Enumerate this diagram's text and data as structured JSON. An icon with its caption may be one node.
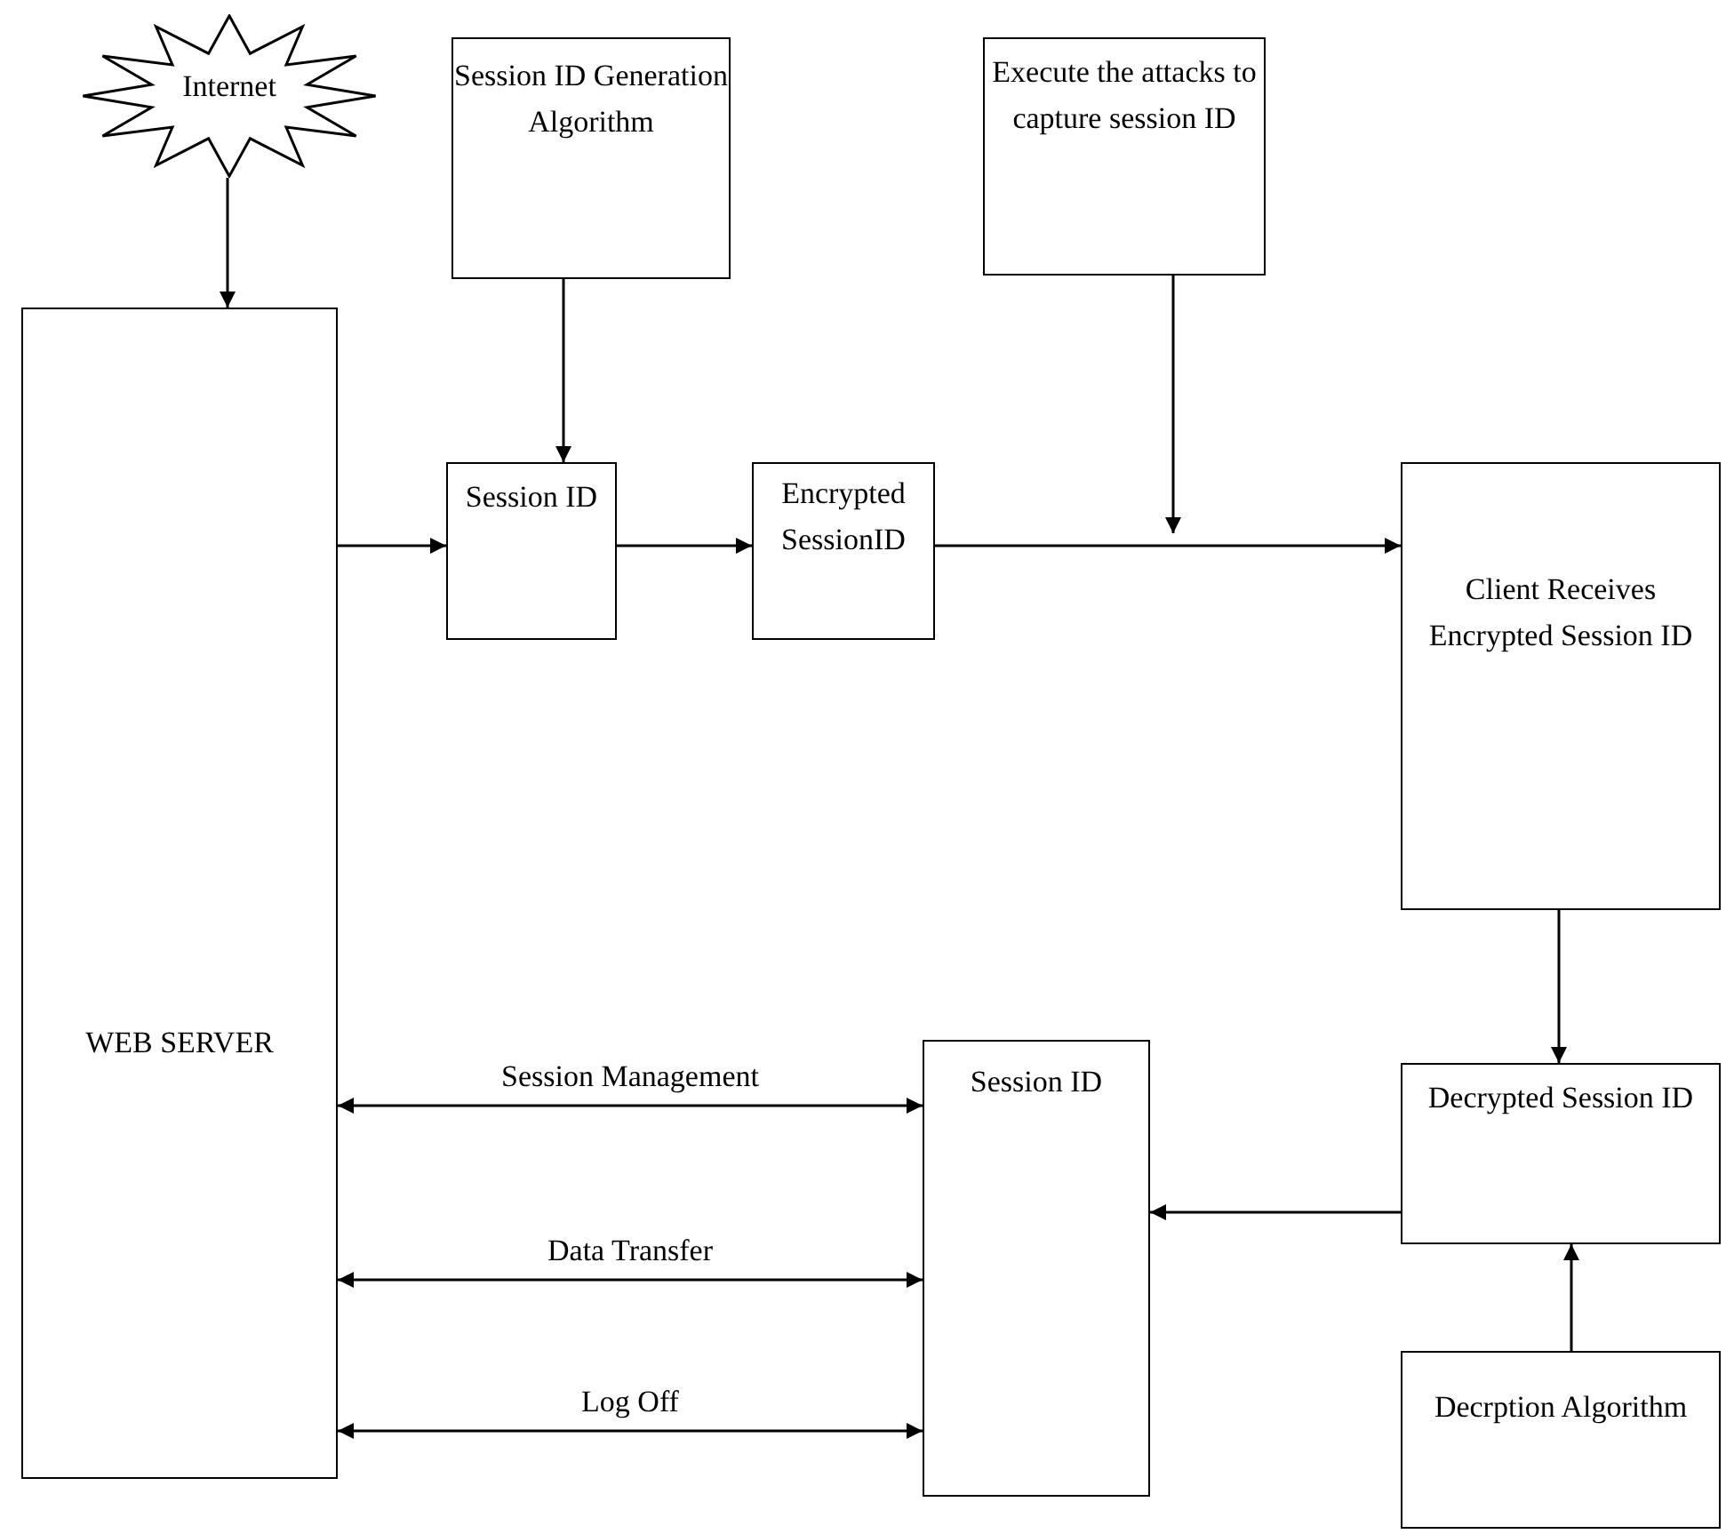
{
  "diagram": {
    "nodes": [
      {
        "text": [
          "Internet"
        ]
      },
      {
        "text": [
          "Session ID Generation Algorithm"
        ]
      },
      {
        "text": [
          "Execute the attacks to capture session ID"
        ]
      },
      {
        "text": [
          "WEB SERVER"
        ]
      },
      {
        "text": [
          "Session ID"
        ]
      },
      {
        "text": [
          "Encrypted SessionID"
        ]
      },
      {
        "text": [
          "Client Receives Encrypted Session ID"
        ]
      },
      {
        "text": [
          "Session ID"
        ]
      },
      {
        "text": [
          "Decrypted Session ID"
        ]
      },
      {
        "text": [
          "Decrption Algorithm"
        ]
      }
    ],
    "edges": [
      {
        "from": 0,
        "to": 3,
        "arrow": "to"
      },
      {
        "from": 1,
        "to": 4,
        "arrow": "to"
      },
      {
        "from": 3,
        "to": 4,
        "arrow": "to"
      },
      {
        "from": 4,
        "to": 5,
        "arrow": "to"
      },
      {
        "from": 5,
        "to": 6,
        "arrow": "to"
      },
      {
        "from": 2,
        "to": null,
        "arrow": "to"
      },
      {
        "from": 6,
        "to": 8,
        "arrow": "to"
      },
      {
        "from": 8,
        "to": 7,
        "arrow": "to"
      },
      {
        "from": 9,
        "to": 8,
        "arrow": "to"
      },
      {
        "from": 3,
        "to": 7,
        "arrow": "both",
        "label": "Session Management"
      },
      {
        "from": 3,
        "to": 7,
        "arrow": "both",
        "label": "Data Transfer"
      },
      {
        "from": 3,
        "to": 7,
        "arrow": "both",
        "label": "Log Off"
      }
    ]
  }
}
